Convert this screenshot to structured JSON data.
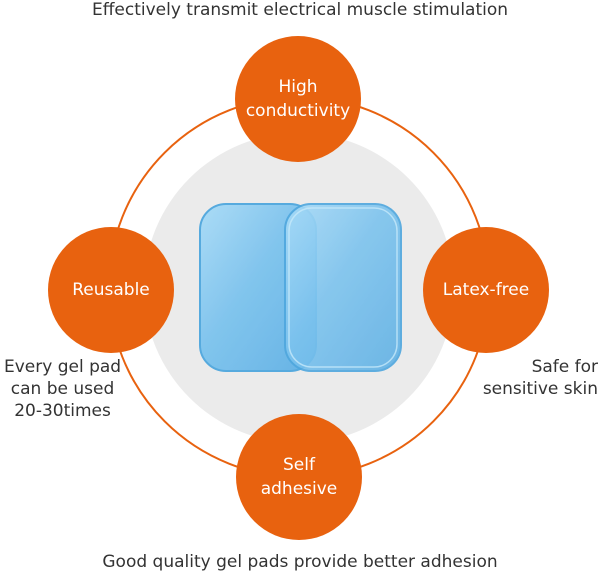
{
  "top_caption": "Effectively transmit electrical muscle stimulation",
  "bottom_caption": "Good quality gel pads provide better adhesion",
  "badges": {
    "top": {
      "lines": [
        "High",
        "conductivity"
      ]
    },
    "left": {
      "lines": [
        "Reusable"
      ]
    },
    "right": {
      "lines": [
        "Latex-free"
      ]
    },
    "bottom": {
      "lines": [
        "Self",
        "adhesive"
      ]
    }
  },
  "notes": {
    "left": {
      "lines": [
        "Every gel pad",
        "can be used",
        "20-30times"
      ]
    },
    "right": {
      "lines": [
        "Safe for",
        "sensitive skin"
      ]
    }
  },
  "colors": {
    "badge": "#E8620F",
    "ring": "#E8620F",
    "backdrop": "#EBEBEB",
    "pad": "#7CC3EE",
    "pad_edge": "#4FA7DE"
  }
}
